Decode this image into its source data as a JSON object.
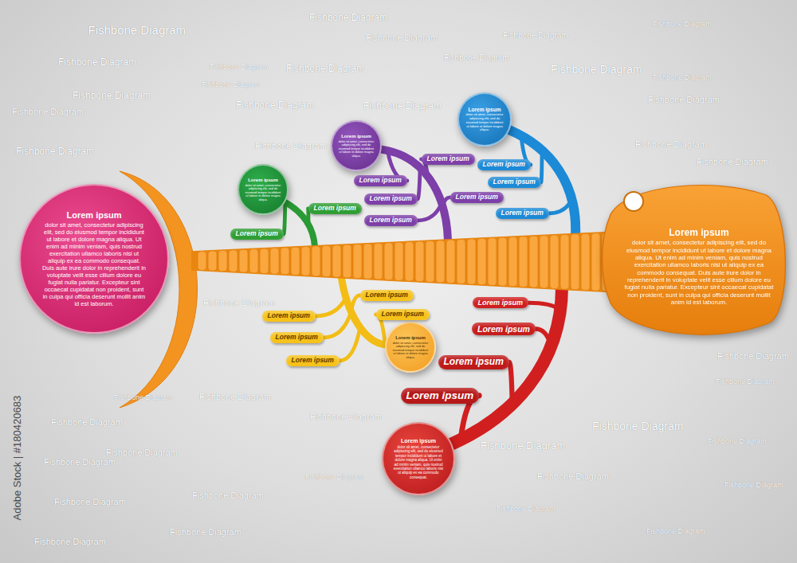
{
  "diagram": {
    "nodes": [
      {
        "text": [
          "Lorem ipsum",
          "dolor sit amet, consectetur adipiscing elit, sed do eiusmod tempor incididunt ut labore et dolore magna aliqua. Ut enim ad minim veniam, quis nostrud exercitation ullamco laboris nisi ut aliquip ex ea commodo consequat. Duis aute irure dolor in reprehenderit in voluptate velit esse cillum dolore eu fugiat nulla pariatur. Excepteur sint occaecat cupidatat non proident, sunt in culpa qui officia deserunt mollit anim id est laborum."
        ]
      },
      {
        "text": [
          "Lorem ipsum",
          "dolor sit amet, consectetur adipiscing elit, sed do eiusmod tempor incididunt ut labore et dolore magna aliqua."
        ]
      },
      {
        "text": [
          "Lorem ipsum"
        ]
      },
      {
        "text": [
          "Lorem ipsum"
        ]
      },
      {
        "text": [
          "Lorem ipsum",
          "dolor sit amet, consectetur adipiscing elit, sed do eiusmod tempor incididunt ut labore et dolore magna aliqua."
        ]
      },
      {
        "text": [
          "Lorem ipsum"
        ]
      },
      {
        "text": [
          "Lorem ipsum"
        ]
      },
      {
        "text": [
          "Lorem ipsum"
        ]
      },
      {
        "text": [
          "Lorem ipsum"
        ]
      },
      {
        "text": [
          "Lorem ipsum"
        ]
      },
      {
        "text": [
          "Lorem ipsum",
          "dolor sit amet, consectetur adipiscing elit, sed do eiusmod tempor incididunt ut labore et dolore magna aliqua."
        ]
      },
      {
        "text": [
          "Lorem ipsum"
        ]
      },
      {
        "text": [
          "Lorem ipsum"
        ]
      },
      {
        "text": [
          "Lorem ipsum"
        ]
      },
      {
        "text": [
          "Lorem ipsum",
          "dolor sit amet, consectetur adipiscing elit, sed do eiusmod tempor incididunt ut labore et dolore magna aliqua. Ut enim ad minim veniam, quis nostrud exercitation ullamco laboris nisi ut aliquip ex ea commodo consequat. Duis aute irure dolor in reprehenderit in voluptate velit esse cillum dolore eu fugiat nulla pariatur. Excepteur sint occaecat cupidatat non proident, sunt in culpa qui officia deserunt mollit anim id est laborum."
        ]
      },
      {
        "text": [
          "Lorem ipsum",
          "dolor sit amet, consectetur adipiscing elit, sed do eiusmod tempor incididunt ut labore et dolore magna aliqua."
        ]
      },
      {
        "text": [
          "Lorem ipsum"
        ]
      },
      {
        "text": [
          "Lorem ipsum"
        ]
      },
      {
        "text": [
          "Lorem ipsum"
        ]
      },
      {
        "text": [
          "Lorem ipsum"
        ]
      },
      {
        "text": [
          "Lorem ipsum"
        ]
      },
      {
        "text": [
          "Lorem ipsum",
          "dolor sit amet, consectetur adipiscing elit, sed do eiusmod tempor incididunt ut labore et dolore magna aliqua. Ut enim ad minim veniam, quis nostrud exercitation ullamco laboris nisi ut aliquip ex ea commodo consequat."
        ]
      },
      {
        "text": [
          "Lorem ipsum"
        ]
      },
      {
        "text": [
          "Lorem ipsum"
        ]
      },
      {
        "text": [
          "Lorem ipsum"
        ]
      },
      {
        "text": [
          "Lorem ipsum"
        ]
      }
    ],
    "edges": [
      {
        "from": 1,
        "to": 2,
        "arrow": "none"
      },
      {
        "from": 1,
        "to": 3,
        "arrow": "none"
      },
      {
        "from": 4,
        "to": 5,
        "arrow": "none"
      },
      {
        "from": 4,
        "to": 6,
        "arrow": "none"
      },
      {
        "from": 4,
        "to": 7,
        "arrow": "none"
      },
      {
        "from": 4,
        "to": 8,
        "arrow": "none"
      },
      {
        "from": 4,
        "to": 9,
        "arrow": "none"
      },
      {
        "from": 10,
        "to": 11,
        "arrow": "none"
      },
      {
        "from": 10,
        "to": 12,
        "arrow": "none"
      },
      {
        "from": 10,
        "to": 13,
        "arrow": "none"
      },
      {
        "from": 15,
        "to": 16,
        "arrow": "none"
      },
      {
        "from": 15,
        "to": 17,
        "arrow": "none"
      },
      {
        "from": 15,
        "to": 18,
        "arrow": "none"
      },
      {
        "from": 15,
        "to": 19,
        "arrow": "none"
      },
      {
        "from": 15,
        "to": 20,
        "arrow": "none"
      },
      {
        "from": 21,
        "to": 22,
        "arrow": "none"
      },
      {
        "from": 21,
        "to": 23,
        "arrow": "none"
      },
      {
        "from": 21,
        "to": 24,
        "arrow": "none"
      },
      {
        "from": 21,
        "to": 25,
        "arrow": "none"
      }
    ],
    "labels": [
      "Fishbone Diagram",
      "Fishbone Diagram",
      "Fishbone Diagram",
      "Fishbone Diagram",
      "Fishbone Diagram",
      "Fishbone Diagram",
      "Fishbone Diagram",
      "Fishbone Diagram",
      "Fishbone Diagram",
      "Fishbone Diagram",
      "Fishbone Diagram",
      "Fishbone Diagram",
      "Fishbone Diagram",
      "Fishbone Diagram",
      "Fishbone Diagram",
      "Fishbone Diagram",
      "Fishbone Diagram",
      "Fishbone Diagram",
      "Fishbone Diagram",
      "Fishbone Diagram",
      "Fishbone Diagram",
      "Fishbone Diagram",
      "Fishbone Diagram",
      "Fishbone Diagram",
      "Fishbone Diagram",
      "Fishbone Diagram",
      "Fishbone Diagram",
      "Fishbone Diagram",
      "Fishbone Diagram",
      "Fishbone Diagram",
      "Fishbone Diagram",
      "Fishbone Diagram",
      "Fishbone Diagram",
      "Fishbone Diagram",
      "Fishbone Diagram",
      "Fishbone Diagram",
      "Fishbone Diagram",
      "Fishbone Diagram",
      "Fishbone Diagram",
      "Fishbone Diagram",
      "Fishbone Diagram",
      "Fishbone Diagram",
      "Adobe Stock | #180420683"
    ]
  }
}
